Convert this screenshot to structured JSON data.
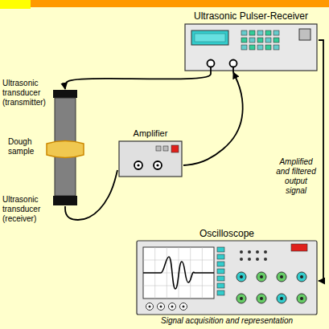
{
  "diagram": {
    "nodes": [
      {
        "text": [
          "Ultrasonic Pulser-Receiver"
        ]
      },
      {
        "text": [
          "Ultrasonic transducer (transmitter)"
        ]
      },
      {
        "text": [
          "Dough sample"
        ]
      },
      {
        "text": [
          "Amplifier"
        ]
      },
      {
        "text": [
          "Ultrasonic transducer (receiver)"
        ]
      },
      {
        "text": [
          "Oscilloscope",
          "Signal acquisition and representation"
        ]
      }
    ],
    "edges": [
      {
        "from": 0,
        "to": 1,
        "arrow": "to"
      },
      {
        "from": 3,
        "to": 0,
        "arrow": "to"
      },
      {
        "from": 4,
        "to": 3,
        "arrow": "none"
      },
      {
        "from": 0,
        "to": 5,
        "arrow": "to",
        "label": "Amplified and filtered output signal"
      }
    ]
  }
}
